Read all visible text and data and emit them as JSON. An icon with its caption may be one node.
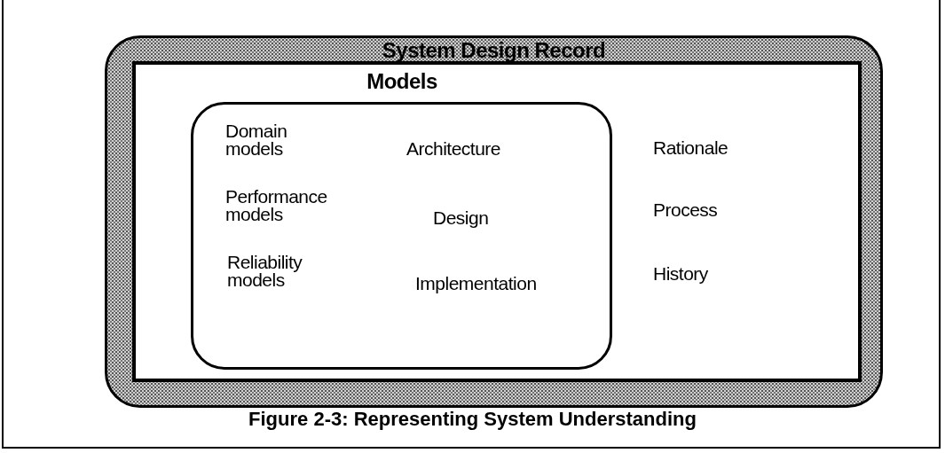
{
  "diagram": {
    "caption": "Figure 2-3: Representing System Understanding",
    "nodes": [
      {
        "text": [
          "System Design Record"
        ]
      },
      {
        "text": [
          "Rationale",
          "Process",
          "History"
        ],
        "in": 0
      },
      {
        "text": [
          "Models",
          "Domain models",
          "Architecture",
          "Performance models",
          "Design",
          "Reliability models",
          "Implementation"
        ],
        "in": 1
      }
    ]
  }
}
